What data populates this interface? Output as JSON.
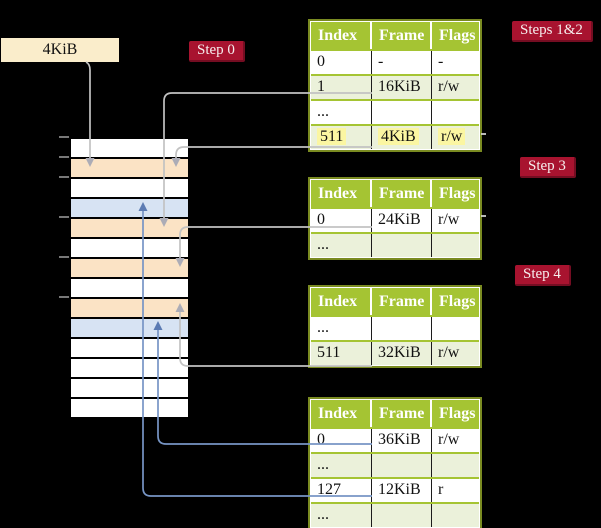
{
  "page_box": {
    "label": "4KiB"
  },
  "steps": [
    {
      "id": "step0",
      "label": "Step 0"
    },
    {
      "id": "steps12",
      "label": "Steps 1&2"
    },
    {
      "id": "step3",
      "label": "Step 3"
    },
    {
      "id": "step4",
      "label": "Step 4"
    }
  ],
  "tables": [
    {
      "name": "page-table-level-1",
      "headers": [
        "Index",
        "Frame",
        "Flags"
      ],
      "rows": [
        {
          "index": "0",
          "frame": "-",
          "flags": "-",
          "highlight": false
        },
        {
          "index": "1",
          "frame": "16KiB",
          "flags": "r/w",
          "highlight": false
        },
        {
          "index": "...",
          "frame": "",
          "flags": "",
          "highlight": false
        },
        {
          "index": "511",
          "frame": "4KiB",
          "flags": "r/w",
          "highlight": true
        }
      ]
    },
    {
      "name": "page-table-level-2",
      "headers": [
        "Index",
        "Frame",
        "Flags"
      ],
      "rows": [
        {
          "index": "0",
          "frame": "24KiB",
          "flags": "r/w",
          "highlight": false
        },
        {
          "index": "...",
          "frame": "",
          "flags": "",
          "highlight": false
        }
      ]
    },
    {
      "name": "page-table-level-3",
      "headers": [
        "Index",
        "Frame",
        "Flags"
      ],
      "rows": [
        {
          "index": "...",
          "frame": "",
          "flags": "",
          "highlight": false
        },
        {
          "index": "511",
          "frame": "32KiB",
          "flags": "r/w",
          "highlight": false
        }
      ]
    },
    {
      "name": "page-table-level-4",
      "headers": [
        "Index",
        "Frame",
        "Flags"
      ],
      "rows": [
        {
          "index": "0",
          "frame": "36KiB",
          "flags": "r/w",
          "highlight": false
        },
        {
          "index": "...",
          "frame": "",
          "flags": "",
          "highlight": false
        },
        {
          "index": "127",
          "frame": "12KiB",
          "flags": "r",
          "highlight": false
        },
        {
          "index": "...",
          "frame": "",
          "flags": "",
          "highlight": false
        }
      ]
    }
  ],
  "memory": {
    "rows": [
      "white",
      "orange",
      "white",
      "blue",
      "orange",
      "white",
      "orange",
      "white",
      "orange",
      "blue",
      "white",
      "white",
      "white",
      "white"
    ]
  },
  "connectors": [
    {
      "from": "page-box-4KiB",
      "to": "memory-row-2",
      "color": "gray",
      "direction": "down"
    },
    {
      "from": "table1-row-1-16KiB",
      "to": "memory-row-5",
      "color": "gray",
      "direction": "down"
    },
    {
      "from": "table1-row-511-4KiB",
      "to": "memory-row-2",
      "color": "gray",
      "direction": "down"
    },
    {
      "from": "table2-row-0-24KiB",
      "to": "memory-row-7",
      "color": "gray",
      "direction": "down"
    },
    {
      "from": "table3-row-511-32KiB",
      "to": "memory-row-9",
      "color": "gray",
      "direction": "up"
    },
    {
      "from": "table4-row-0-36KiB",
      "to": "memory-row-10",
      "color": "blue",
      "direction": "up"
    },
    {
      "from": "table4-row-127-12KiB",
      "to": "memory-row-4",
      "color": "blue",
      "direction": "up"
    }
  ],
  "colors": {
    "background": "#000000",
    "table_header": "#a5c433",
    "table_border": "#7a8b21",
    "table_row_shaded": "#ebf1da",
    "highlight": "#fbf6a2",
    "step_label_bg": "#a8132f",
    "page_box_bg": "#faedcb",
    "memory_orange": "#fbe3c5",
    "memory_blue": "#d7e3f3",
    "connector_gray": "#c2c2c2",
    "connector_blue": "#7795c5"
  }
}
